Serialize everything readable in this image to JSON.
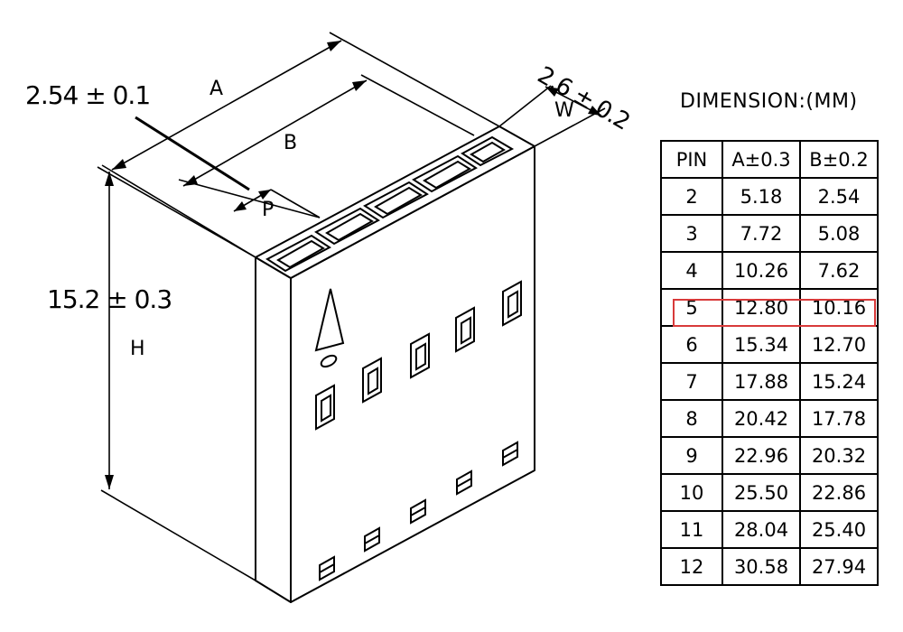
{
  "dimensions": {
    "pitch_tol": "2.54 ± 0.1",
    "label_a": "A",
    "label_b": "B",
    "label_p": "P",
    "label_w": "W",
    "width_tol": "2.6 ± 0.2",
    "height_tol": "15.2 ± 0.3",
    "label_h": "H"
  },
  "table": {
    "title": "DIMENSION:(MM)",
    "headers": [
      "PIN",
      "A±0.3",
      "B±0.2"
    ],
    "rows": [
      [
        "2",
        "5.18",
        "2.54"
      ],
      [
        "3",
        "7.72",
        "5.08"
      ],
      [
        "4",
        "10.26",
        "7.62"
      ],
      [
        "5",
        "12.80",
        "10.16"
      ],
      [
        "6",
        "15.34",
        "12.70"
      ],
      [
        "7",
        "17.88",
        "15.24"
      ],
      [
        "8",
        "20.42",
        "17.78"
      ],
      [
        "9",
        "22.96",
        "20.32"
      ],
      [
        "10",
        "25.50",
        "22.86"
      ],
      [
        "11",
        "28.04",
        "25.40"
      ],
      [
        "12",
        "30.58",
        "27.94"
      ]
    ],
    "highlighted_pin": "5",
    "highlight_color": "#d83a3a"
  }
}
